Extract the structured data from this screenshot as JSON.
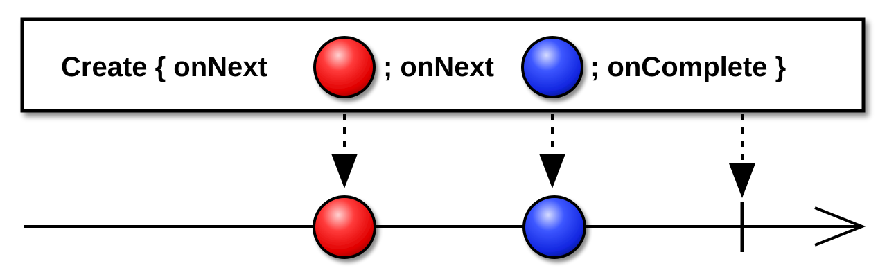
{
  "operator": {
    "prefix": "Create { onNext",
    "middle": "; onNext",
    "suffix": "; onComplete }"
  },
  "emissions": [
    {
      "name": "red-marble",
      "color": "#ff1a1a",
      "event": "onNext"
    },
    {
      "name": "blue-marble",
      "color": "#1f3dff",
      "event": "onNext"
    }
  ],
  "completion": {
    "event": "onComplete"
  },
  "colors": {
    "red": "#ff1a1a",
    "blue": "#1f3dff",
    "stroke": "#000000",
    "box_fill": "#ffffff"
  }
}
